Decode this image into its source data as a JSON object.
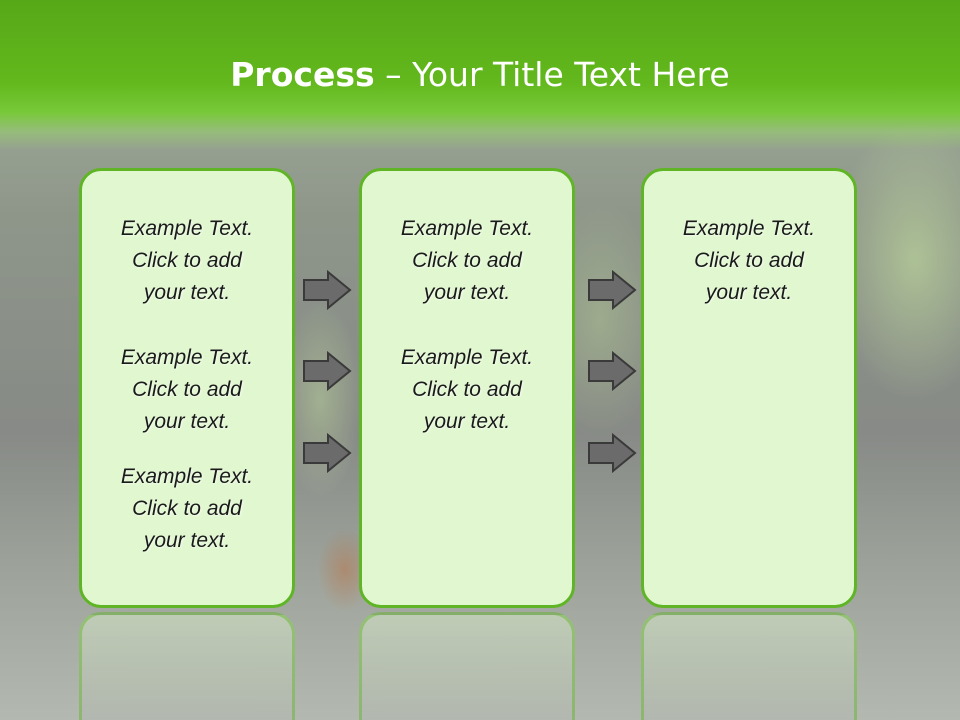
{
  "slide": {
    "title_bold": "Process",
    "title_rest": " – Your Title Text Here"
  },
  "columns": [
    {
      "texts": [
        {
          "l1": "Example Text.",
          "l2": "Click  to add",
          "l3": "your text."
        },
        {
          "l1": "Example Text.",
          "l2": "Click  to add",
          "l3": "your text."
        },
        {
          "l1": "Example Text.",
          "l2": "Click  to add",
          "l3": "your text."
        }
      ]
    },
    {
      "texts": [
        {
          "l1": "Example Text.",
          "l2": "Click  to add",
          "l3": "your text."
        },
        {
          "l1": "Example Text.",
          "l2": "Click  to add",
          "l3": "your text."
        }
      ]
    },
    {
      "texts": [
        {
          "l1": "Example Text.",
          "l2": "Click  to add",
          "l3": "your text."
        }
      ]
    }
  ],
  "colors": {
    "header": "#62b81c",
    "box_fill": "#e0f7cf",
    "box_border": "#5fb525",
    "arrow_fill": "#6b6b6b"
  },
  "icons": [
    "arrow-right-icon"
  ]
}
